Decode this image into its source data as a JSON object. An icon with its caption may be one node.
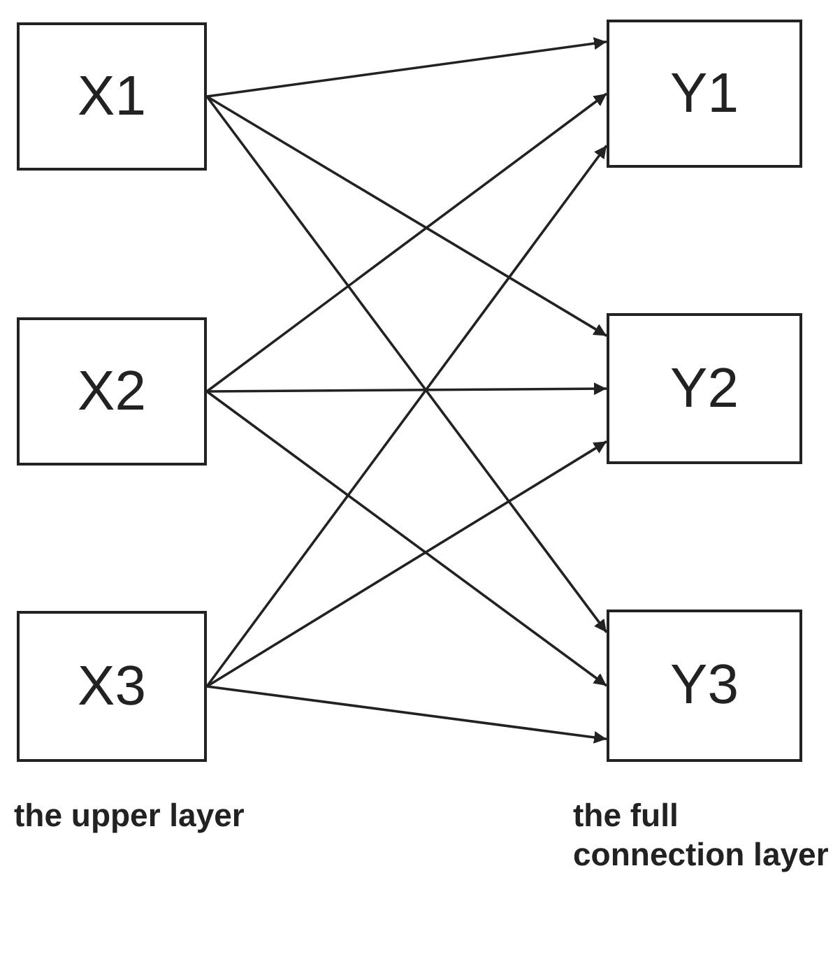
{
  "diagram": {
    "nodes": [
      {
        "text": [
          "X1"
        ]
      },
      {
        "text": [
          "X2"
        ]
      },
      {
        "text": [
          "X3"
        ]
      },
      {
        "text": [
          "Y1"
        ]
      },
      {
        "text": [
          "Y2"
        ]
      },
      {
        "text": [
          "Y3"
        ]
      }
    ],
    "edges": [
      {
        "from": 0,
        "to": 3,
        "arrow": "to"
      },
      {
        "from": 0,
        "to": 4,
        "arrow": "to"
      },
      {
        "from": 0,
        "to": 5,
        "arrow": "to"
      },
      {
        "from": 1,
        "to": 3,
        "arrow": "to"
      },
      {
        "from": 1,
        "to": 4,
        "arrow": "to"
      },
      {
        "from": 1,
        "to": 5,
        "arrow": "to"
      },
      {
        "from": 2,
        "to": 3,
        "arrow": "to"
      },
      {
        "from": 2,
        "to": 4,
        "arrow": "to"
      },
      {
        "from": 2,
        "to": 5,
        "arrow": "to"
      }
    ],
    "labels": [
      "the upper layer",
      "the full connection layer"
    ]
  }
}
